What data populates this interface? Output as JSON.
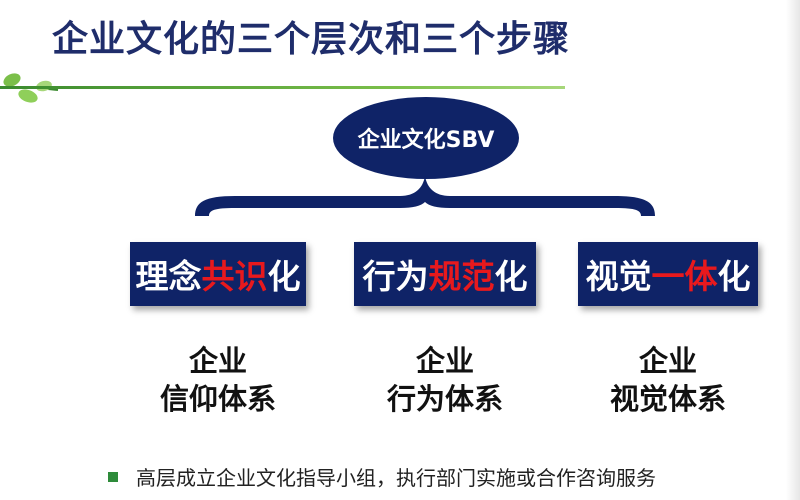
{
  "title": "企业文化的三个层次和三个步骤",
  "center_node": "企业文化SBV",
  "levels": [
    {
      "pre": "理念",
      "highlight": "共识",
      "post": "化",
      "system_line1": "企业",
      "system_line2": "信仰体系"
    },
    {
      "pre": "行为",
      "highlight": "规范",
      "post": "化",
      "system_line1": "企业",
      "system_line2": "行为体系"
    },
    {
      "pre": "视觉",
      "highlight": "一体",
      "post": "化",
      "system_line1": "企业",
      "system_line2": "视觉体系"
    }
  ],
  "bullet": "高层成立企业文化指导小组，执行部门实施或合作咨询服务",
  "colors": {
    "title": "#1f2d6b",
    "box": "#0f2367",
    "highlight": "#e8191d",
    "bullet": "#2e8b3a",
    "rule": "#5aa43a"
  },
  "icons": [
    "leaf-decoration-icon",
    "bullet-square-icon"
  ]
}
